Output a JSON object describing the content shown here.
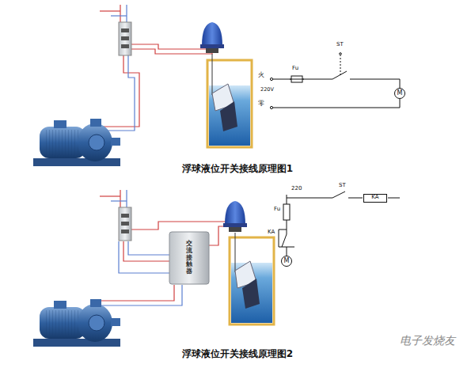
{
  "diagram": {
    "nodes": [
      {
        "text": [
          "M"
        ]
      },
      {
        "text": [
          "交流接触器"
        ]
      },
      {
        "text": [
          "KA"
        ]
      },
      {
        "text": [
          "M"
        ]
      }
    ],
    "labels": [
      "ST",
      "Fu",
      "火",
      "220V",
      "零",
      "浮球液位开关接线原理图1",
      "220",
      "Fu",
      "ST",
      "KA",
      "浮球液位开关接线原理图2",
      "电子发烧友"
    ]
  }
}
